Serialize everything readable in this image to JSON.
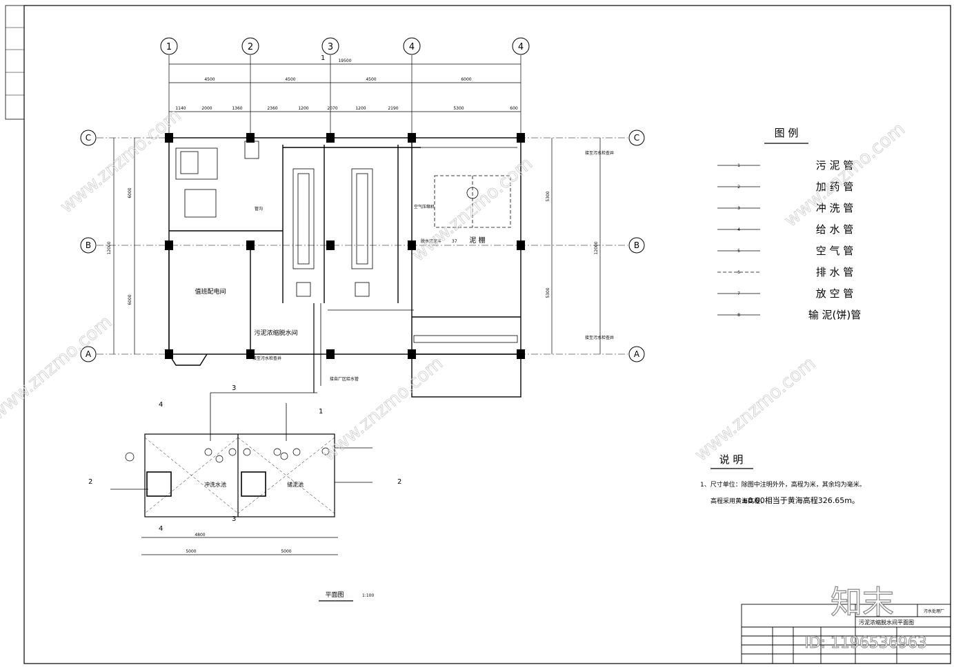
{
  "drawing": {
    "axis_top": [
      "1",
      "2",
      "3",
      "4",
      "4"
    ],
    "axis_left": [
      "C",
      "B",
      "A"
    ],
    "axis_right": [
      "C",
      "B",
      "A"
    ],
    "overall_dim": "19500",
    "top_dims": [
      "4500",
      "4500",
      "4500",
      "6000"
    ],
    "sub_dims": [
      "1140",
      "2000",
      "1360",
      "2360",
      "1200",
      "2070",
      "1200",
      "2190",
      "5300",
      "600"
    ],
    "side_dims_left": [
      "6000",
      "6000"
    ],
    "side_total_left": "12000",
    "side_dims_right": [
      "5300",
      "5300"
    ],
    "side_total_right": "12000",
    "rooms": {
      "duty_room": "值班配电间",
      "dewater_room": "污泥浓缩脱水间",
      "sludge_shed": "泥 棚",
      "flush_pool": "冲洗水池",
      "store_pool": "储泥池"
    },
    "labels": {
      "to_sewer_1": "接至污水检查井",
      "to_sewer_2": "接至污水检查井",
      "to_sewer_3": "接至污水检查井",
      "to_plant": "接自厂区给水管",
      "pipe_ditch": "管沟",
      "air_pipe": "空气压缩机",
      "sludge_tank": "脱水污泥斗",
      "num_37": "37"
    },
    "section_marks": [
      "1",
      "2",
      "3",
      "4"
    ],
    "plan_title": "平面图",
    "plan_scale": "1:100",
    "lower_dims": [
      "4800",
      "5000",
      "5000"
    ]
  },
  "legend": {
    "title": "图 例",
    "items": [
      {
        "num": "1",
        "name": "污 泥 管",
        "dashed": false
      },
      {
        "num": "2",
        "name": "加 药 管",
        "dashed": false
      },
      {
        "num": "3",
        "name": "冲 洗 管",
        "dashed": false
      },
      {
        "num": "4",
        "name": "给 水 管",
        "dashed": false
      },
      {
        "num": "5",
        "name": "空 气 管",
        "dashed": false
      },
      {
        "num": "6",
        "name": "排 水 管",
        "dashed": true
      },
      {
        "num": "7",
        "name": "放 空 管",
        "dashed": false
      },
      {
        "num": "8",
        "name": "输 泥(饼)管",
        "dashed": false
      }
    ]
  },
  "notes": {
    "title": "说 明",
    "line1": "1、尺寸单位：除图中注明外外，高程为米，其余均为毫米。",
    "line2_prefix": "高程采用黄海高程，",
    "line2_value": "±0.00相当于黄海高程326.65m。"
  },
  "title_block": {
    "project": "污水处理厂",
    "drawing_name": "污泥浓缩脱水间平面图"
  },
  "watermark": {
    "brand": "知末",
    "id": "ID: 1196536963",
    "site": "www.znzmo.com"
  }
}
